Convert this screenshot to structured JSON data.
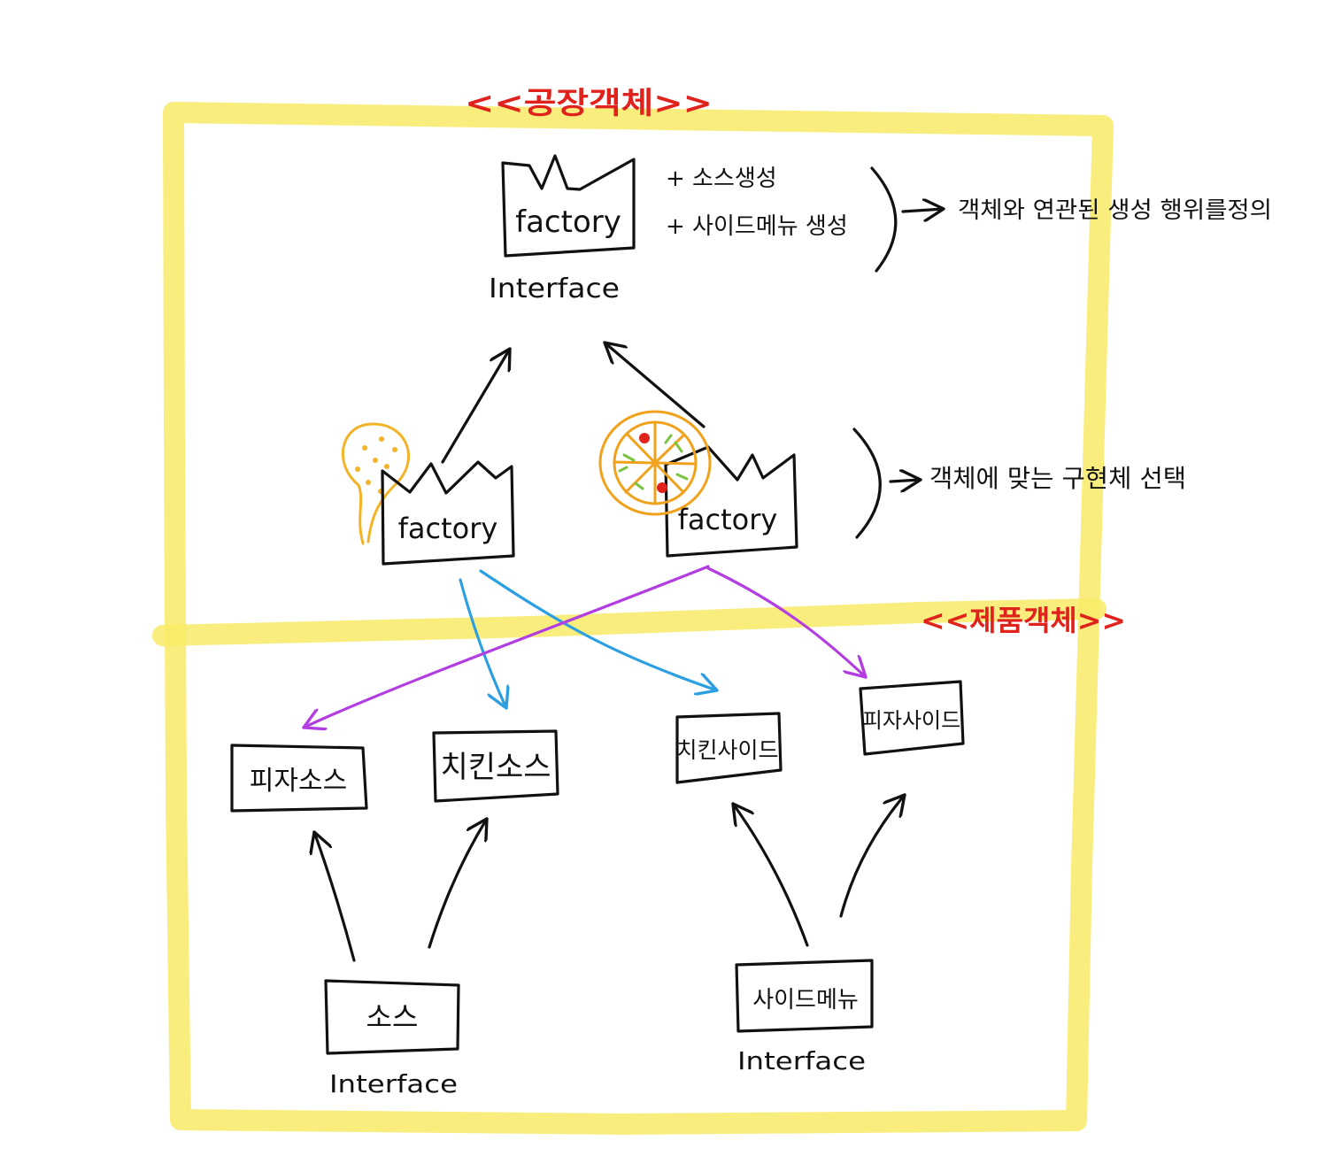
{
  "factory_section": {
    "label": "<<공장객체>>",
    "abstract_factory": {
      "name": "factory",
      "kind": "Interface",
      "methods": [
        "+ 소스생성",
        "+ 사이드메뉴 생성"
      ]
    },
    "abstract_note": "객체와 연관된 생성 행위를정의",
    "concrete_factories": [
      {
        "name": "factory",
        "doodle": "sauce-doodle"
      },
      {
        "name": "factory",
        "doodle": "pizza-doodle"
      }
    ],
    "concrete_note": "객체에 맞는 구현체 선택"
  },
  "product_section": {
    "label": "<<제품객체>>",
    "products": [
      "피자소스",
      "치킨소스",
      "치킨사이드",
      "피자사이드"
    ],
    "interfaces": [
      {
        "name": "소스",
        "kind": "Interface"
      },
      {
        "name": "사이드메뉴",
        "kind": "Interface"
      }
    ]
  },
  "colors": {
    "frame": "#f8eb66",
    "section_label": "#e0221c",
    "ink": "#111111",
    "left_factory_arrows": "#2c9fe2",
    "right_factory_arrows": "#b23de0",
    "sauce_doodle": "#f2b329",
    "pizza_doodle": "#f0a21d",
    "pizza_topping_red": "#e0241c",
    "pizza_topping_green": "#7cc243"
  }
}
